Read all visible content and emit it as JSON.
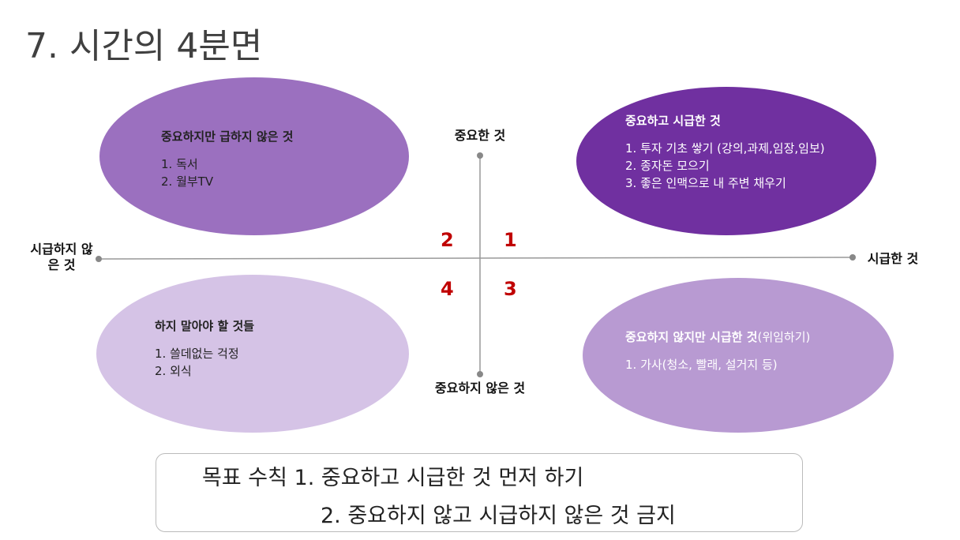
{
  "title": "7. 시간의 4분면",
  "quadrants": {
    "q2": {
      "heading": "중요하지만 급하지 않은 것",
      "items": [
        "1.  독서",
        "2.  월부TV"
      ],
      "color": "#9b70bf"
    },
    "q1": {
      "heading": "중요하고 시급한 것",
      "items": [
        "1. 투자 기초 쌓기 (강의,과제,임장,임보)",
        "2. 종자돈 모으기",
        "3. 좋은 인맥으로 내 주변 채우기"
      ],
      "color": "#7030a0"
    },
    "q4": {
      "heading": "하지 말아야 할 것들",
      "items": [
        "1.    쓸데없는 걱정",
        "2.    외식"
      ],
      "color": "#d5c3e6"
    },
    "q3": {
      "heading": "중요하지 않지만 시급한 것",
      "heading_suffix": "(위임하기)",
      "items": [
        "1.  가사(청소, 빨래, 설거지 등)"
      ],
      "color": "#b89ad2"
    }
  },
  "axes": {
    "top": "중요한 것",
    "bottom": "중요하지 않은 것",
    "left": "시급하지 않은 것",
    "right": "시급한 것"
  },
  "numbers": [
    "1",
    "2",
    "3",
    "4"
  ],
  "goal": {
    "line1": "목표 수칙 1. 중요하고 시급한 것 먼저 하기",
    "line2": "2. 중요하지 않고 시급하지 않은 것 금지"
  }
}
